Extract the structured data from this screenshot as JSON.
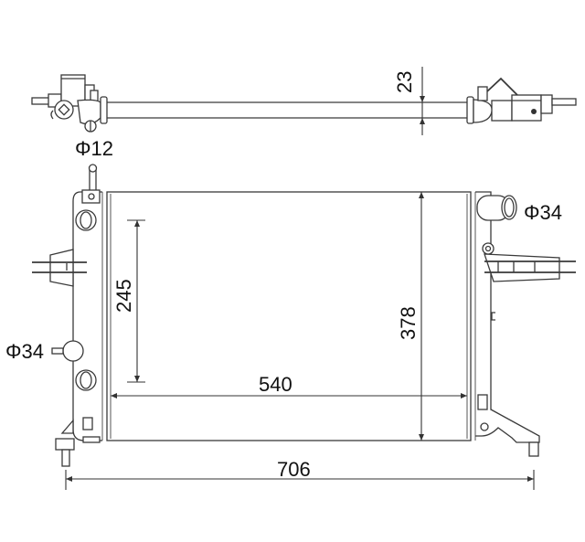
{
  "drawing": {
    "type": "radiator technical drawing",
    "units": "mm",
    "colors": {
      "line": "#3a3a3a",
      "background": "#ffffff",
      "text": "#111111"
    }
  },
  "dimensions": {
    "top_tube_diameter": "23",
    "core_width": "540",
    "overall_width": "706",
    "core_height": "378",
    "tank_fitting_spacing": "245"
  },
  "callouts": {
    "small_pipe": "Φ12",
    "left_outlet": "Φ34",
    "right_inlet": "Φ34"
  }
}
